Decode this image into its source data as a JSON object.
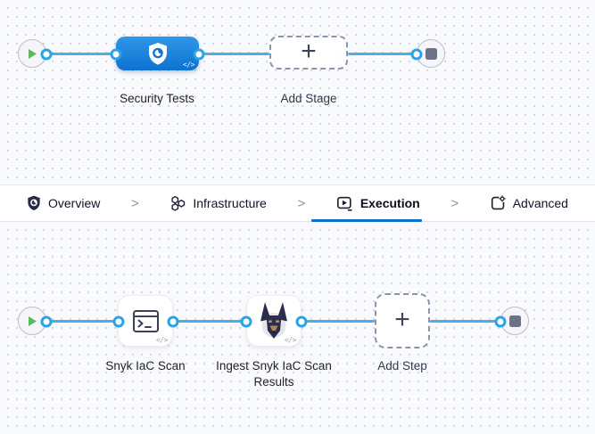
{
  "colors": {
    "accent_blue": "#0b6fd0",
    "stage_blue_top": "#2f97e9",
    "stage_blue_bottom": "#0d72d0",
    "link_blue": "#49aee9",
    "connector_ring_blue": "#2aa3e8",
    "play_green": "#5cb761",
    "stop_slate": "#6e7289",
    "dashed_border": "#8f93aa",
    "canvas_bg": "#f9fafd",
    "dot_color": "#d3d6e2",
    "label_dark": "#23232f"
  },
  "stage_graph": {
    "stage_label": "Security Tests",
    "add_stage_label": "Add Stage",
    "plus": "+",
    "code_badge": "</>"
  },
  "tabbar": {
    "separator": ">",
    "tabs": [
      {
        "label": "Overview",
        "icon": "shield-gear-icon",
        "active": false
      },
      {
        "label": "Infrastructure",
        "icon": "hexagons-icon",
        "active": false
      },
      {
        "label": "Execution",
        "icon": "play-box-icon",
        "active": true
      },
      {
        "label": "Advanced",
        "icon": "box-gear-icon",
        "active": false
      }
    ]
  },
  "execution_graph": {
    "steps": [
      {
        "label": "Snyk IaC Scan",
        "icon": "terminal-icon"
      },
      {
        "label": "Ingest Snyk IaC Scan Results",
        "icon": "snyk-dog-icon"
      }
    ],
    "add_step_label": "Add Step",
    "plus": "+",
    "code_badge": "</>"
  }
}
